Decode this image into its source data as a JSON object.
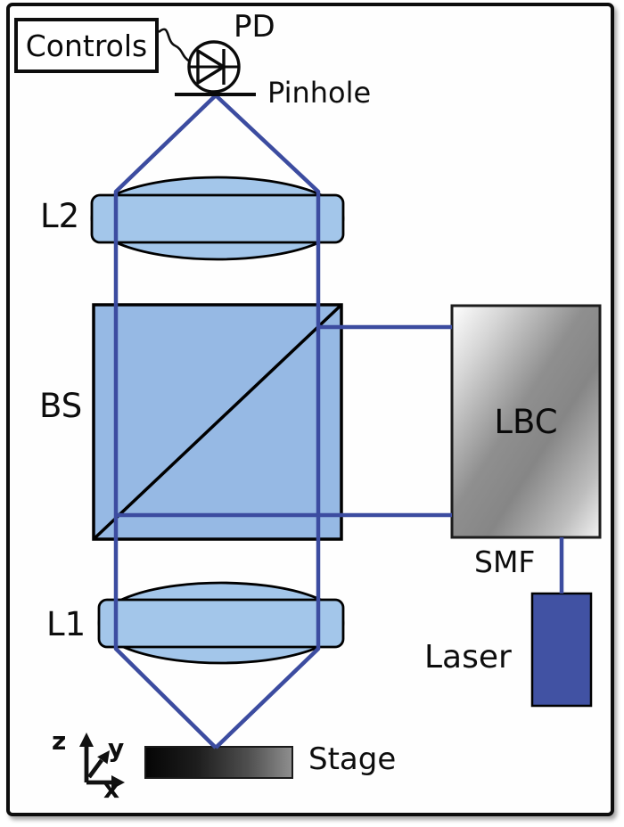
{
  "labels": {
    "controls": "Controls",
    "pd": "PD",
    "pinhole": "Pinhole",
    "l2": "L2",
    "bs": "BS",
    "l1": "L1",
    "lbc": "LBC",
    "smf": "SMF",
    "laser": "Laser",
    "stage": "Stage"
  },
  "axes": {
    "z": "z",
    "y": "y",
    "x": "x"
  },
  "colors": {
    "beam": "#3c4ca0",
    "lens_fill": "#a3c6ea",
    "bs_fill": "#96b9e4",
    "laser_fill": "#4152a3",
    "outline": "#000000"
  }
}
